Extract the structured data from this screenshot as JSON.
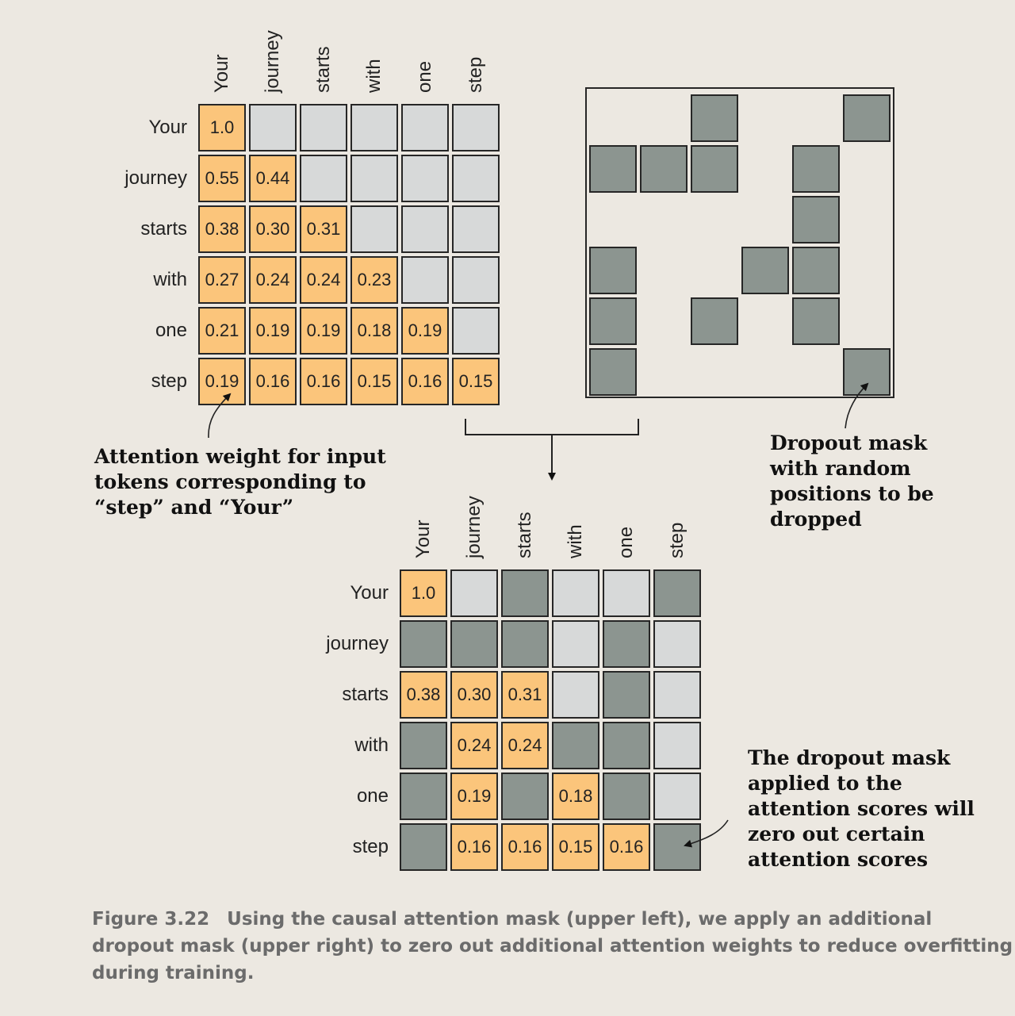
{
  "tokens": [
    "Your",
    "journey",
    "starts",
    "with",
    "one",
    "step"
  ],
  "colors": {
    "background": "#ece8e1",
    "weight_cell": "#fbc57b",
    "masked_cell": "#d7d9d9",
    "dropped_cell": "#8c9590",
    "border": "#262626",
    "caption": "#6b6b6b"
  },
  "causal_matrix": {
    "values": [
      [
        "1.0",
        null,
        null,
        null,
        null,
        null
      ],
      [
        "0.55",
        "0.44",
        null,
        null,
        null,
        null
      ],
      [
        "0.38",
        "0.30",
        "0.31",
        null,
        null,
        null
      ],
      [
        "0.27",
        "0.24",
        "0.24",
        "0.23",
        null,
        null
      ],
      [
        "0.21",
        "0.19",
        "0.19",
        "0.18",
        "0.19",
        null
      ],
      [
        "0.19",
        "0.16",
        "0.16",
        "0.15",
        "0.16",
        "0.15"
      ]
    ]
  },
  "dropout_mask": {
    "dropped": [
      [
        0,
        0,
        1,
        0,
        0,
        1
      ],
      [
        1,
        1,
        1,
        0,
        1,
        0
      ],
      [
        0,
        0,
        0,
        0,
        1,
        0
      ],
      [
        1,
        0,
        0,
        1,
        1,
        0
      ],
      [
        1,
        0,
        1,
        0,
        1,
        0
      ],
      [
        1,
        0,
        0,
        0,
        0,
        1
      ]
    ]
  },
  "result_matrix": {
    "cells": [
      [
        {
          "s": "w",
          "v": "1.0"
        },
        {
          "s": "m"
        },
        {
          "s": "d"
        },
        {
          "s": "m"
        },
        {
          "s": "m"
        },
        {
          "s": "d"
        }
      ],
      [
        {
          "s": "d"
        },
        {
          "s": "d"
        },
        {
          "s": "d"
        },
        {
          "s": "m"
        },
        {
          "s": "d"
        },
        {
          "s": "m"
        }
      ],
      [
        {
          "s": "w",
          "v": "0.38"
        },
        {
          "s": "w",
          "v": "0.30"
        },
        {
          "s": "w",
          "v": "0.31"
        },
        {
          "s": "m"
        },
        {
          "s": "d"
        },
        {
          "s": "m"
        }
      ],
      [
        {
          "s": "d"
        },
        {
          "s": "w",
          "v": "0.24"
        },
        {
          "s": "w",
          "v": "0.24"
        },
        {
          "s": "d"
        },
        {
          "s": "d"
        },
        {
          "s": "m"
        }
      ],
      [
        {
          "s": "d"
        },
        {
          "s": "w",
          "v": "0.19"
        },
        {
          "s": "d"
        },
        {
          "s": "w",
          "v": "0.18"
        },
        {
          "s": "d"
        },
        {
          "s": "m"
        }
      ],
      [
        {
          "s": "d"
        },
        {
          "s": "w",
          "v": "0.16"
        },
        {
          "s": "w",
          "v": "0.16"
        },
        {
          "s": "w",
          "v": "0.15"
        },
        {
          "s": "w",
          "v": "0.16"
        },
        {
          "s": "d"
        }
      ]
    ]
  },
  "annotations": {
    "attention_weight": [
      "Attention weight for input",
      "tokens corresponding to",
      "“step” and “Your”"
    ],
    "dropout_mask": [
      "Dropout mask",
      "with random",
      "positions to be",
      "dropped"
    ],
    "applied": [
      "The dropout mask",
      "applied to the",
      "attention scores will",
      "zero out certain",
      "attention scores"
    ]
  },
  "caption": {
    "figure": "Figure 3.22",
    "lines": [
      "Using the causal attention mask (upper left), we apply an additional",
      "dropout mask (upper right) to zero out additional attention weights to reduce overfitting",
      "during training."
    ]
  }
}
